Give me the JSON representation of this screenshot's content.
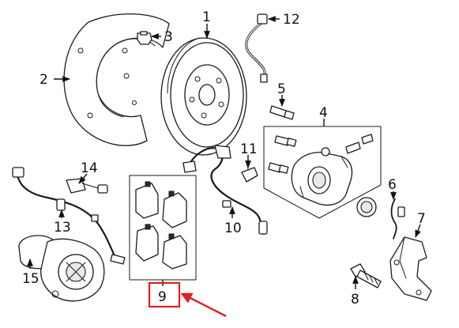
{
  "callouts": {
    "c1": "1",
    "c2": "2",
    "c3": "3",
    "c4": "4",
    "c5": "5",
    "c6": "6",
    "c7": "7",
    "c8": "8",
    "c9": "9",
    "c10": "10",
    "c11": "11",
    "c12": "12",
    "c13": "13",
    "c14": "14",
    "c15": "15"
  },
  "highlight": {
    "color": "#e02020",
    "target": "9"
  },
  "colors": {
    "line": "#1a1a1a",
    "background": "#ffffff"
  }
}
